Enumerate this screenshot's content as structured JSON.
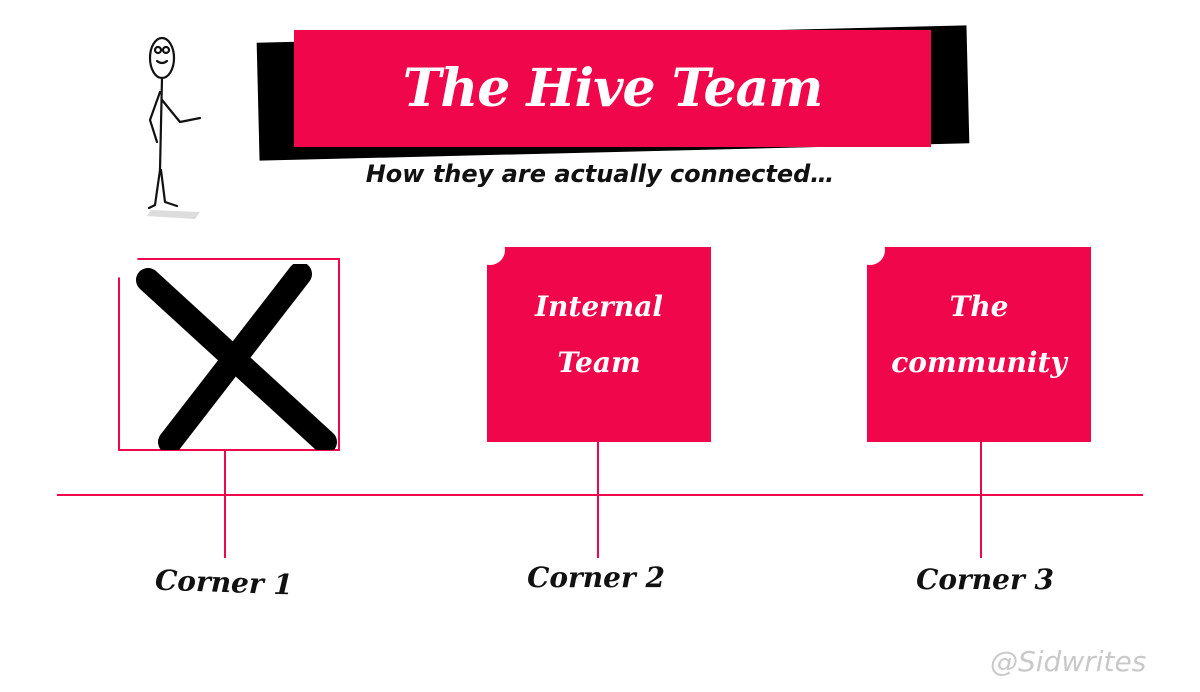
{
  "colors": {
    "accent": "#f0064a",
    "shadow": "#000000",
    "text": "#111111",
    "watermark": "#c9c9c9"
  },
  "header": {
    "title": "The Hive Team",
    "subtitle": "How they are actually connected…"
  },
  "cards": [
    {
      "label_lines": [],
      "icon": "x-mark-icon"
    },
    {
      "label_lines": [
        "Internal",
        "Team"
      ]
    },
    {
      "label_lines": [
        "The",
        "community"
      ]
    }
  ],
  "corners": [
    {
      "label": "Corner 1"
    },
    {
      "label": "Corner 2"
    },
    {
      "label": "Corner 3"
    }
  ],
  "watermark": "@Sidwrites"
}
